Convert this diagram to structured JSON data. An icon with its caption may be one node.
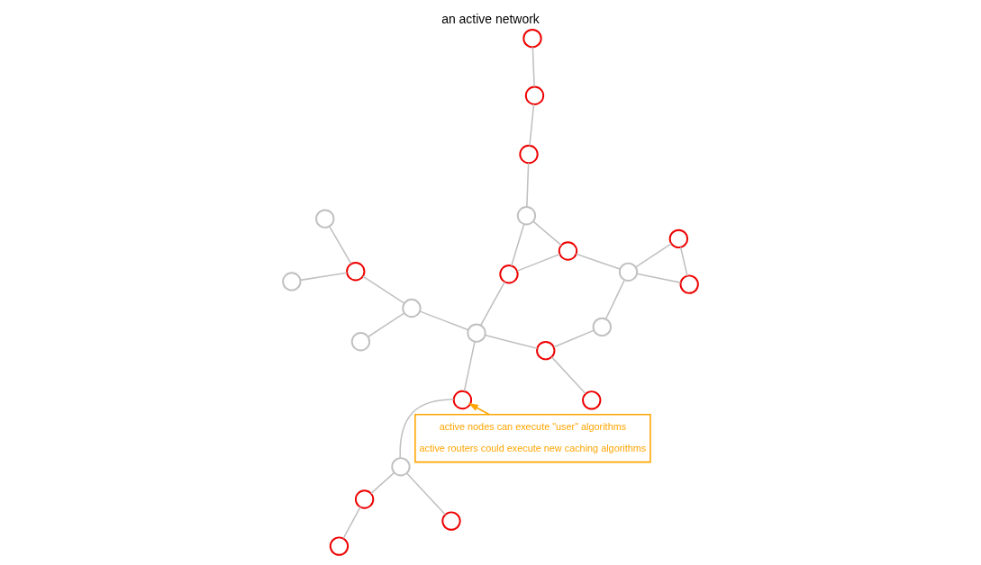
{
  "diagram": {
    "title": "an active network",
    "nodes": [
      {
        "text": [],
        "shape": "circle"
      },
      {
        "text": [],
        "shape": "circle"
      },
      {
        "text": [],
        "shape": "circle"
      },
      {
        "text": [],
        "shape": "circle"
      },
      {
        "text": [],
        "shape": "circle"
      },
      {
        "text": [],
        "shape": "circle"
      },
      {
        "text": [],
        "shape": "circle"
      },
      {
        "text": [],
        "shape": "circle"
      },
      {
        "text": [],
        "shape": "circle"
      },
      {
        "text": [],
        "shape": "circle"
      },
      {
        "text": [],
        "shape": "circle"
      },
      {
        "text": [],
        "shape": "circle"
      },
      {
        "text": [],
        "shape": "circle"
      },
      {
        "text": [],
        "shape": "circle"
      },
      {
        "text": [],
        "shape": "circle"
      },
      {
        "text": [],
        "shape": "circle"
      },
      {
        "text": [],
        "shape": "circle"
      },
      {
        "text": [],
        "shape": "circle"
      },
      {
        "text": [],
        "shape": "circle"
      },
      {
        "text": [],
        "shape": "circle"
      },
      {
        "text": [],
        "shape": "circle"
      },
      {
        "text": [],
        "shape": "circle"
      },
      {
        "text": [],
        "shape": "circle"
      },
      {
        "text": [
          "active nodes can execute \"user\" algorithms",
          "active routers could execute new caching algorithms"
        ]
      }
    ],
    "edges": [
      {
        "from": 3,
        "to": 4,
        "arrow": "none"
      },
      {
        "from": 3,
        "to": 7,
        "arrow": "none"
      },
      {
        "from": 7,
        "to": 4,
        "arrow": "none"
      },
      {
        "from": 4,
        "to": 0,
        "arrow": "none"
      },
      {
        "from": 0,
        "to": 5,
        "arrow": "none"
      },
      {
        "from": 5,
        "to": 1,
        "arrow": "none"
      },
      {
        "from": 5,
        "to": 8,
        "arrow": "none"
      },
      {
        "from": 4,
        "to": 12,
        "arrow": "none"
      },
      {
        "from": 12,
        "to": 13,
        "arrow": "none"
      },
      {
        "from": 12,
        "to": 14,
        "arrow": "none"
      },
      {
        "from": 13,
        "to": 14,
        "arrow": "none"
      },
      {
        "from": 13,
        "to": 8,
        "arrow": "none"
      },
      {
        "from": 8,
        "to": 9,
        "arrow": "none"
      },
      {
        "from": 9,
        "to": 10,
        "arrow": "none"
      },
      {
        "from": 10,
        "to": 6,
        "arrow": "none"
      },
      {
        "from": 10,
        "to": 11,
        "arrow": "none"
      },
      {
        "from": 11,
        "to": 2,
        "arrow": "none"
      },
      {
        "from": 8,
        "to": 15,
        "arrow": "none"
      },
      {
        "from": 15,
        "to": 17,
        "arrow": "none"
      },
      {
        "from": 15,
        "to": 18,
        "arrow": "none"
      },
      {
        "from": 17,
        "to": 21,
        "arrow": "none"
      },
      {
        "from": 17,
        "to": 22,
        "arrow": "none"
      },
      {
        "from": 14,
        "to": 16,
        "arrow": "none"
      },
      {
        "from": 16,
        "to": 19,
        "arrow": "none"
      },
      {
        "from": 19,
        "to": 20,
        "arrow": "none"
      },
      {
        "from": 23,
        "to": 9,
        "arrow": "to",
        "color": "#ffa500"
      }
    ]
  }
}
